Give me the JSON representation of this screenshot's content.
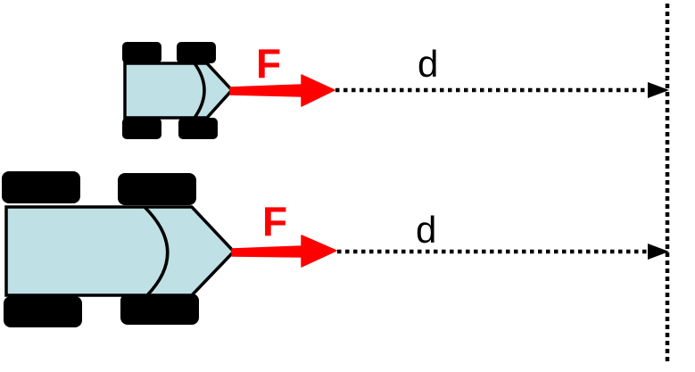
{
  "diagram": {
    "colors": {
      "car_body": "#bfe0e5",
      "outline": "#000000",
      "force_arrow": "#ff0000",
      "background": "#ffffff"
    },
    "top": {
      "force_label": "F",
      "distance_label": "d"
    },
    "bottom": {
      "force_label": "F",
      "distance_label": "d"
    }
  }
}
